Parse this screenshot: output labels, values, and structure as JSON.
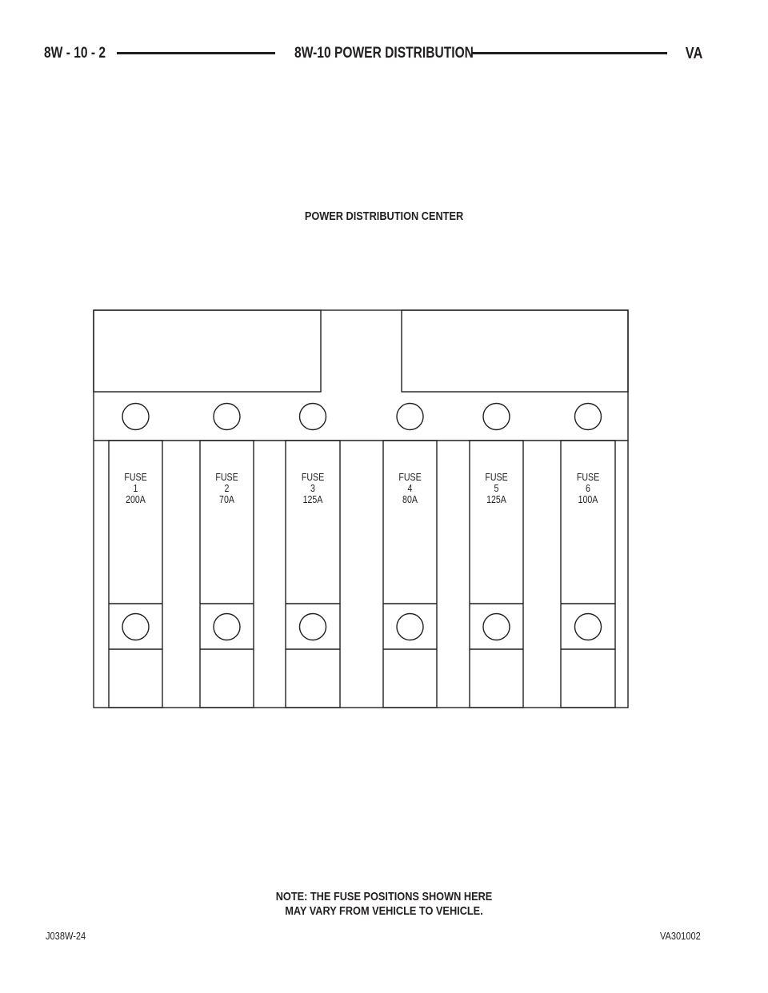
{
  "header": {
    "section": "8W - 10 - 2",
    "title": "8W-10 POWER DISTRIBUTION",
    "model": "VA"
  },
  "diagram": {
    "title": "POWER DISTRIBUTION CENTER",
    "fuses": [
      {
        "label": "FUSE",
        "number": "1",
        "rating": "200A"
      },
      {
        "label": "FUSE",
        "number": "2",
        "rating": "70A"
      },
      {
        "label": "FUSE",
        "number": "3",
        "rating": "125A"
      },
      {
        "label": "FUSE",
        "number": "4",
        "rating": "80A"
      },
      {
        "label": "FUSE",
        "number": "5",
        "rating": "125A"
      },
      {
        "label": "FUSE",
        "number": "6",
        "rating": "100A"
      }
    ]
  },
  "note": {
    "line1": "NOTE: THE FUSE POSITIONS SHOWN HERE",
    "line2": "MAY VARY FROM VEHICLE TO VEHICLE."
  },
  "footer": {
    "left": "J038W-24",
    "right": "VA301002"
  },
  "colors": {
    "ink": "#231f20",
    "paper": "#ffffff"
  }
}
